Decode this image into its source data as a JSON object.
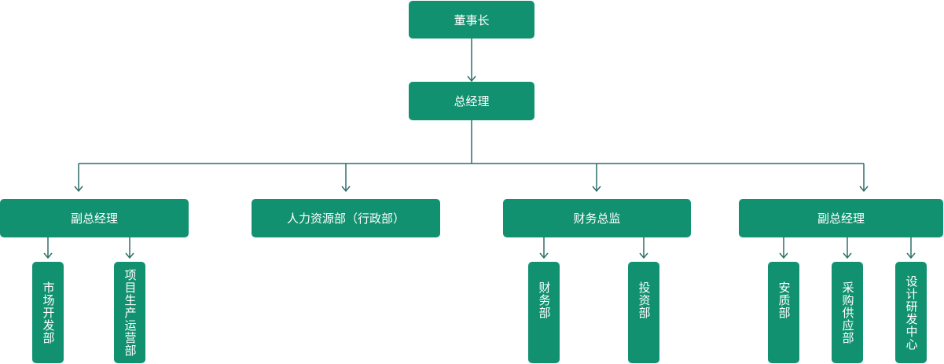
{
  "org": {
    "chairman": "董事长",
    "general_manager": "总经理",
    "level3": [
      {
        "label": "副总经理",
        "children": [
          "市场开发部",
          "项目生产运营部"
        ]
      },
      {
        "label": "人力资源部（行政部）",
        "children": []
      },
      {
        "label": "财务总监",
        "children": [
          "财务部",
          "投资部"
        ]
      },
      {
        "label": "副总经理",
        "children": [
          "安质部",
          "采购供应部",
          "设计研发中心"
        ]
      }
    ]
  },
  "colors": {
    "node_fill": "#129171",
    "connector": "#2e6d6b",
    "node_text": "#ffffff"
  }
}
